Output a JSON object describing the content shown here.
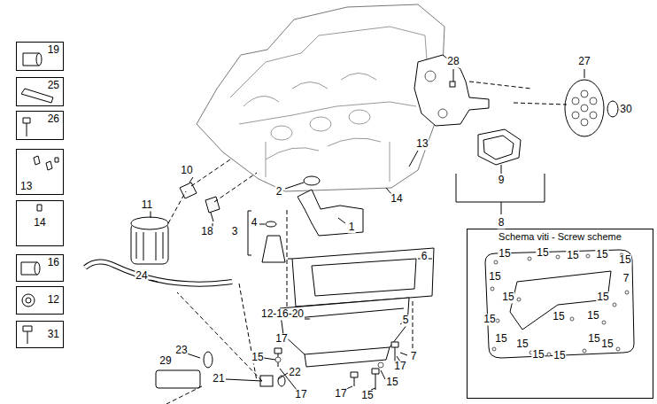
{
  "diagram": {
    "nodes": [
      {
        "text": [
          "19"
        ]
      },
      {
        "text": [
          "25"
        ]
      },
      {
        "text": [
          "26"
        ]
      },
      {
        "text": [
          "13"
        ]
      },
      {
        "text": [
          "14"
        ]
      },
      {
        "text": [
          "16"
        ]
      },
      {
        "text": [
          "12"
        ]
      },
      {
        "text": [
          "31"
        ]
      },
      {
        "text": [
          "Schema viti - Screw scheme"
        ]
      }
    ],
    "labels": [
      "28",
      "27",
      "30",
      "13",
      "9",
      "10",
      "2",
      "14",
      "11",
      "1",
      "8",
      "4",
      "3",
      "18",
      "6",
      "24",
      "12-16-20",
      "5",
      "17",
      "23",
      "7",
      "15",
      "29",
      "17",
      "22",
      "21",
      "15",
      "17",
      "17",
      "15",
      "15",
      "15",
      "15",
      "15",
      "15",
      "15",
      "7",
      "15",
      "15",
      "15",
      "15",
      "15",
      "15",
      "15",
      "15",
      "15",
      "15",
      "15"
    ]
  }
}
